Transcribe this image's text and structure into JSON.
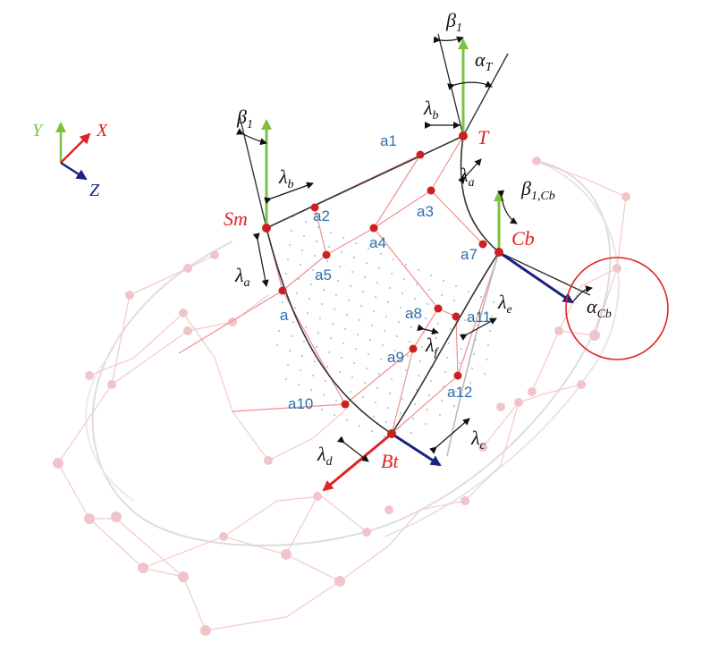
{
  "colors": {
    "red_accent": "#e02323",
    "blue_label": "#2e6fb0",
    "green_axis": "#7cc242",
    "navy_axis": "#1a237e",
    "mesh_pink": "#f2b8b8",
    "mesh_node": "#f0c4c8",
    "highlight_circle": "#e02323"
  },
  "axes": {
    "y": "Y",
    "x": "X",
    "z": "Z"
  },
  "landmarks": {
    "T": "T",
    "Sm": "Sm",
    "Cb": "Cb",
    "Bt": "Bt"
  },
  "points": {
    "a": "a",
    "a1": "a1",
    "a2": "a2",
    "a3": "a3",
    "a4": "a4",
    "a5": "a5",
    "a7": "a7",
    "a8": "a8",
    "a9": "a9",
    "a10": "a10",
    "a11": "a11",
    "a12": "a12"
  },
  "params": {
    "beta": "β",
    "alpha": "α",
    "lambda": "λ",
    "sub_1": "1",
    "sub_T": "T",
    "sub_1Cb": "1,Cb",
    "sub_Cb": "Cb",
    "sub_a": "a",
    "sub_b": "b",
    "sub_c": "c",
    "sub_d": "d",
    "sub_e": "e",
    "sub_f": "f"
  }
}
